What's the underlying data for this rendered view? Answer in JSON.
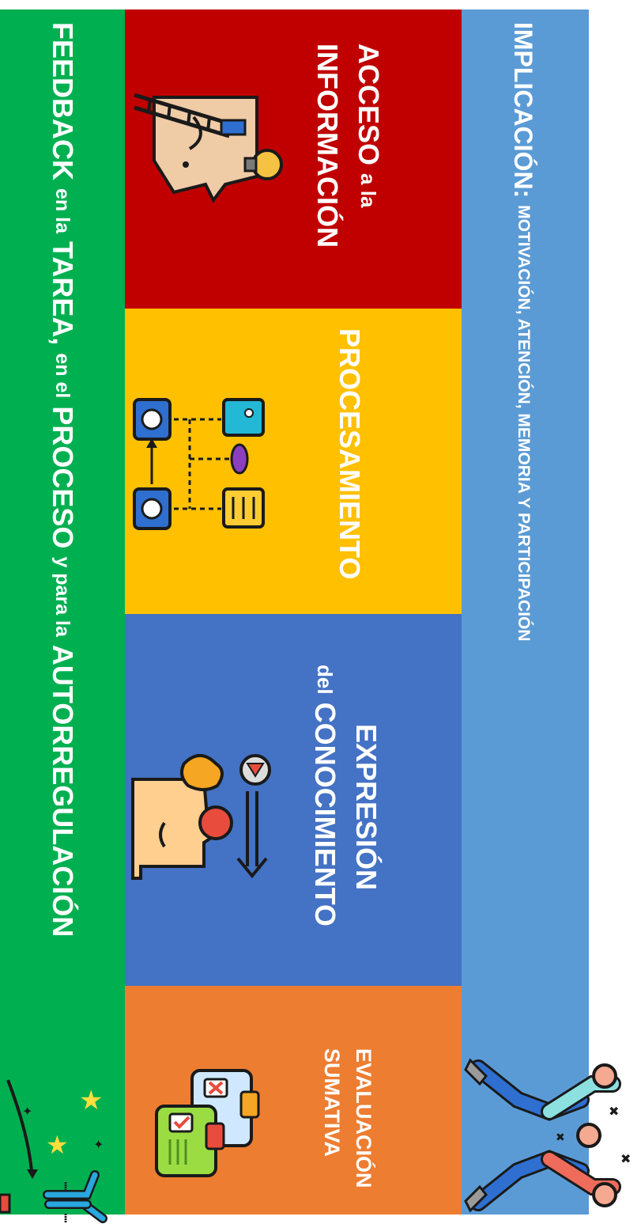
{
  "colors": {
    "green": "#00b050",
    "red": "#c00000",
    "yellow": "#ffc000",
    "blue": "#4472c4",
    "orange": "#ed7d31",
    "lightblue": "#5b9bd5"
  },
  "feedback": {
    "w1": "FEEDBACK",
    "w2": "en la",
    "w3": "TAREA,",
    "w4": "en el",
    "w5": "PROCESO",
    "w6": "y para la",
    "w7": "AUTORREGULACIÓN"
  },
  "acceso": {
    "line1_big": "ACCESO",
    "line1_small": "a la",
    "line2": "INFORMACIÓN"
  },
  "procesamiento": {
    "label": "PROCESAMIENTO"
  },
  "expresion": {
    "line1": "EXPRESIÓN",
    "line2_small": "del",
    "line2_big": "CONOCIMIENTO"
  },
  "evaluacion": {
    "line1": "EVALUACIÓN",
    "line2": "SUMATIVA"
  },
  "implicacion": {
    "title": "IMPLICACIÓN:",
    "items": "MOTIVACIÓN, ATENCIÓN, MEMORIA Y PARTICIPACIÓN"
  },
  "icons": [
    "climbing-idea-icon",
    "network-flow-icon",
    "thinking-head-icon",
    "exam-papers-icon",
    "teamwork-icon",
    "celebration-icon"
  ]
}
